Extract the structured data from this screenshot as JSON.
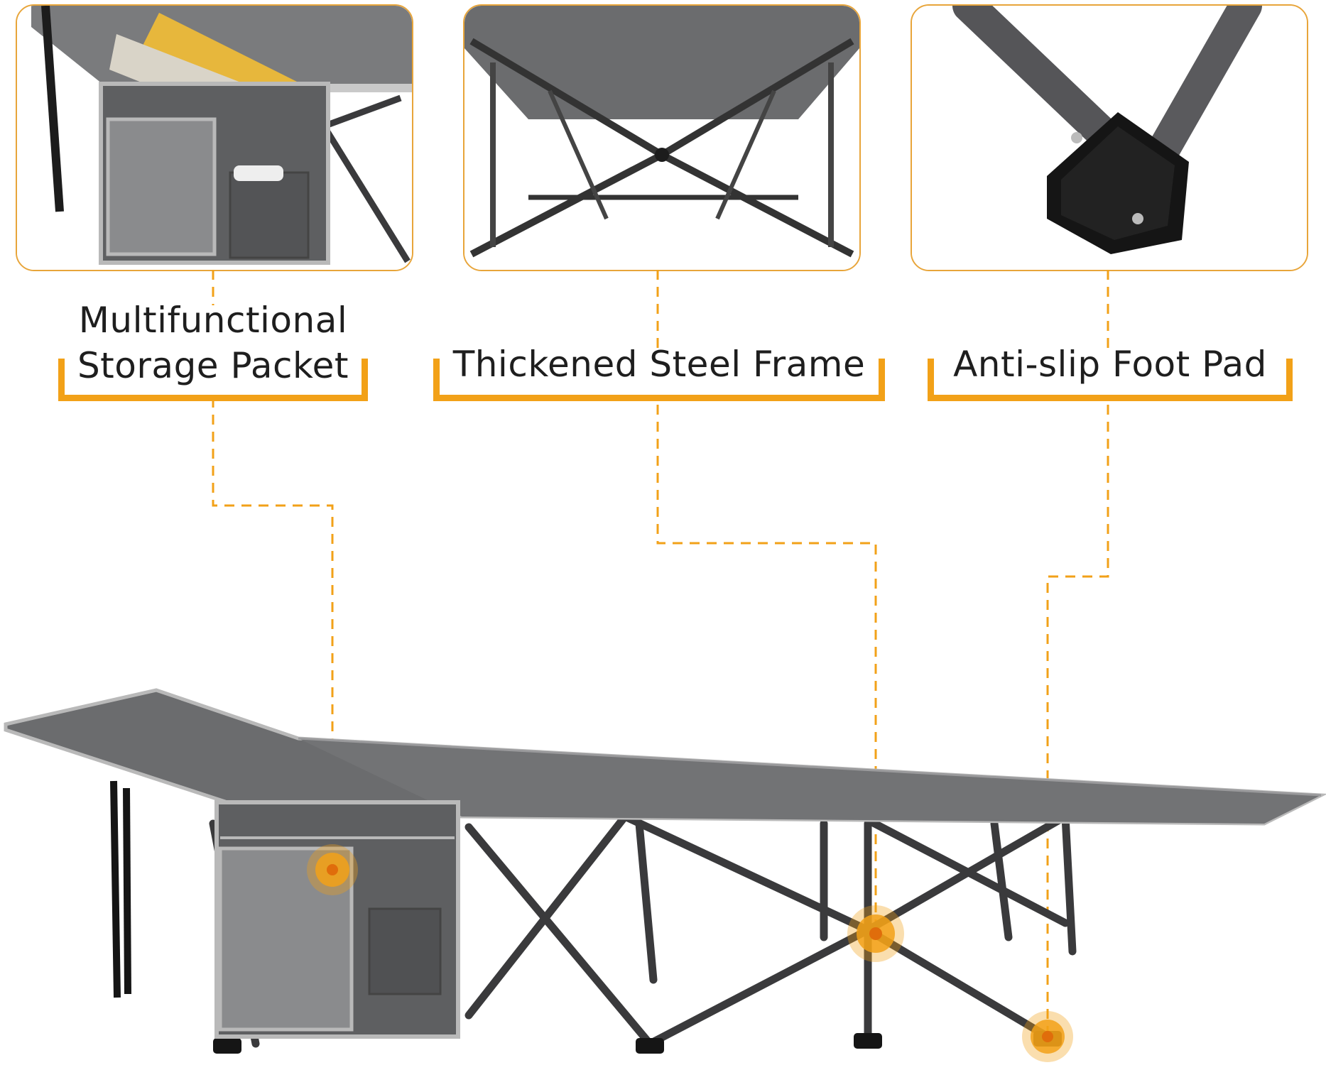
{
  "callouts": [
    {
      "line1": "Multifunctional",
      "line2": "Storage Packet"
    },
    {
      "line1": "Thickened Steel Frame"
    },
    {
      "line1": "Anti-slip Foot Pad"
    }
  ],
  "colors": {
    "accent": "#f2a118",
    "panel_border": "#e8a53a",
    "fabric": "#6b6c6e",
    "fabric_light": "#7a7b7d",
    "frame": "#3a3a3c",
    "trim": "#b9b9b9"
  }
}
